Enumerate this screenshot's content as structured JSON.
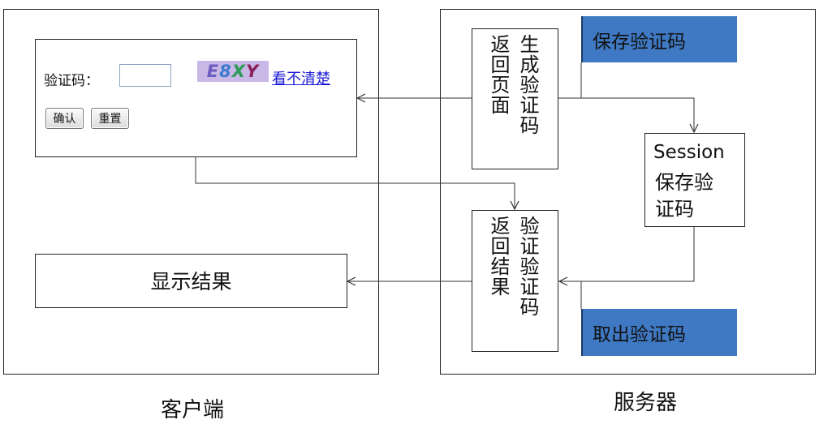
{
  "client": {
    "caption": "客户端",
    "form": {
      "label": "验证码：",
      "input_value": "",
      "captcha_text": "E8XY",
      "captcha_chars": [
        "E",
        "8",
        "X",
        "Y"
      ],
      "refresh_link": "看不清楚",
      "confirm_label": "确认",
      "reset_label": "重置"
    },
    "result_label": "显示结果"
  },
  "server": {
    "caption": "服务器",
    "generate_label": "生成验证码",
    "return_page_label": "返回页面",
    "verify_label": "验证验证码",
    "return_result_label": "返回结果",
    "session_title": "Session",
    "session_label": "保存验证码",
    "save_banner": "保存验证码",
    "fetch_banner": "取出验证码"
  },
  "colors": {
    "banner": "#3f79c3",
    "captcha_bg": "#c9b7e6",
    "link": "#1a1ad6"
  }
}
